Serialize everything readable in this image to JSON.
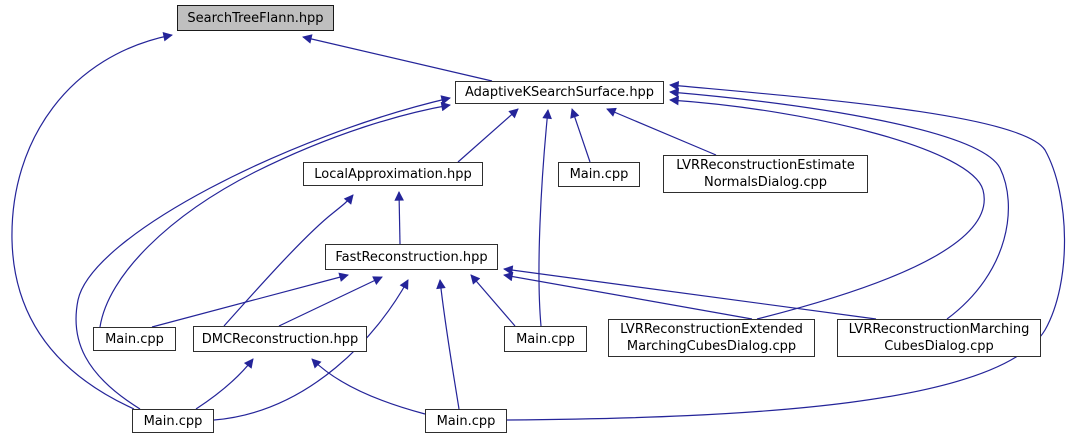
{
  "diagram": {
    "type": "include-dependency-graph",
    "colors": {
      "edge": "#242499",
      "node_border": "#2e2e2e",
      "node_background": "#ffffff",
      "highlighted_node_background": "#bfbfbf",
      "text": "#000000"
    },
    "nodes": [
      {
        "id": "searchtreeflann",
        "label": "SearchTreeFlann.hpp",
        "lines": [
          "SearchTreeFlann.hpp"
        ],
        "highlighted": true
      },
      {
        "id": "adaptiveksearchsurface",
        "label": "AdaptiveKSearchSurface.hpp",
        "lines": [
          "AdaptiveKSearchSurface.hpp"
        ],
        "highlighted": false
      },
      {
        "id": "localapproximation",
        "label": "LocalApproximation.hpp",
        "lines": [
          "LocalApproximation.hpp"
        ],
        "highlighted": false
      },
      {
        "id": "main-top",
        "label": "Main.cpp",
        "lines": [
          "Main.cpp"
        ],
        "highlighted": false
      },
      {
        "id": "lvr-estimate-normals",
        "label": "LVRReconstructionEstimateNormalsDialog.cpp",
        "lines": [
          "LVRReconstructionEstimate",
          "NormalsDialog.cpp"
        ],
        "highlighted": false
      },
      {
        "id": "fastreconstruction",
        "label": "FastReconstruction.hpp",
        "lines": [
          "FastReconstruction.hpp"
        ],
        "highlighted": false
      },
      {
        "id": "main-mid-left",
        "label": "Main.cpp",
        "lines": [
          "Main.cpp"
        ],
        "highlighted": false
      },
      {
        "id": "dmcreconstruction",
        "label": "DMCReconstruction.hpp",
        "lines": [
          "DMCReconstruction.hpp"
        ],
        "highlighted": false
      },
      {
        "id": "main-mid",
        "label": "Main.cpp",
        "lines": [
          "Main.cpp"
        ],
        "highlighted": false
      },
      {
        "id": "lvr-extended-mc",
        "label": "LVRReconstructionExtendedMarchingCubesDialog.cpp",
        "lines": [
          "LVRReconstructionExtended",
          "MarchingCubesDialog.cpp"
        ],
        "highlighted": false
      },
      {
        "id": "lvr-marching-cubes",
        "label": "LVRReconstructionMarchingCubesDialog.cpp",
        "lines": [
          "LVRReconstructionMarching",
          "CubesDialog.cpp"
        ],
        "highlighted": false
      },
      {
        "id": "main-bottom-left",
        "label": "Main.cpp",
        "lines": [
          "Main.cpp"
        ],
        "highlighted": false
      },
      {
        "id": "main-bottom-mid",
        "label": "Main.cpp",
        "lines": [
          "Main.cpp"
        ],
        "highlighted": false
      }
    ],
    "edges": [
      {
        "from": "adaptiveksearchsurface",
        "to": "searchtreeflann"
      },
      {
        "from": "main-bottom-left",
        "to": "searchtreeflann"
      },
      {
        "from": "localapproximation",
        "to": "adaptiveksearchsurface"
      },
      {
        "from": "main-top",
        "to": "adaptiveksearchsurface"
      },
      {
        "from": "lvr-estimate-normals",
        "to": "adaptiveksearchsurface"
      },
      {
        "from": "main-mid",
        "to": "adaptiveksearchsurface"
      },
      {
        "from": "main-bottom-left",
        "to": "adaptiveksearchsurface"
      },
      {
        "from": "main-mid-left",
        "to": "adaptiveksearchsurface"
      },
      {
        "from": "lvr-extended-mc",
        "to": "adaptiveksearchsurface"
      },
      {
        "from": "lvr-marching-cubes",
        "to": "adaptiveksearchsurface"
      },
      {
        "from": "main-bottom-mid",
        "to": "adaptiveksearchsurface"
      },
      {
        "from": "fastreconstruction",
        "to": "localapproximation"
      },
      {
        "from": "dmcreconstruction",
        "to": "localapproximation"
      },
      {
        "from": "main-mid-left",
        "to": "fastreconstruction"
      },
      {
        "from": "dmcreconstruction",
        "to": "fastreconstruction"
      },
      {
        "from": "main-bottom-left",
        "to": "fastreconstruction"
      },
      {
        "from": "main-bottom-mid",
        "to": "fastreconstruction"
      },
      {
        "from": "main-mid",
        "to": "fastreconstruction"
      },
      {
        "from": "lvr-extended-mc",
        "to": "fastreconstruction"
      },
      {
        "from": "lvr-marching-cubes",
        "to": "fastreconstruction"
      },
      {
        "from": "main-bottom-left",
        "to": "dmcreconstruction"
      },
      {
        "from": "main-bottom-mid",
        "to": "dmcreconstruction"
      }
    ]
  }
}
